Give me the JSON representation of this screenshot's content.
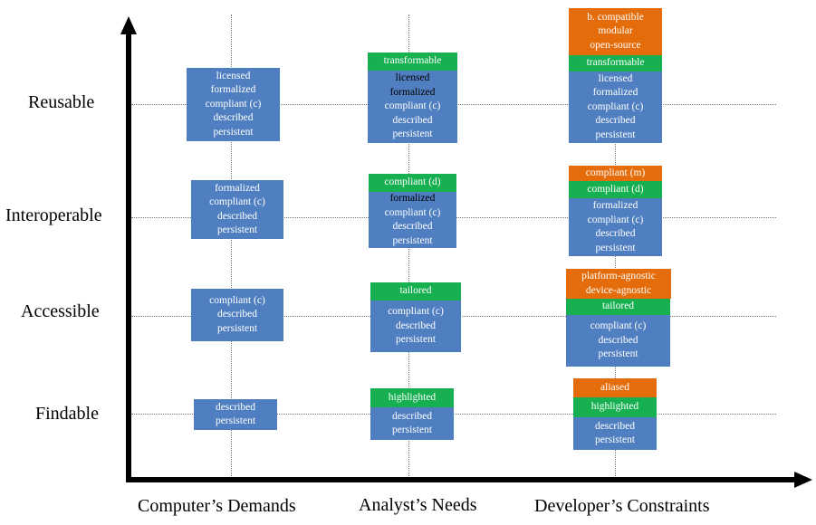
{
  "rows": [
    "Reusable",
    "Interoperable",
    "Accessible",
    "Findable"
  ],
  "columns": [
    "Computer’s Demands",
    "Analyst’s Needs",
    "Developer’s Constraints"
  ],
  "cells": {
    "computer_reusable": [
      "licensed",
      "formalized",
      "compliant (c)",
      "described",
      "persistent"
    ],
    "computer_interoperable": [
      "formalized",
      "compliant (c)",
      "described",
      "persistent"
    ],
    "computer_accessible": [
      "compliant (c)",
      "described",
      "persistent"
    ],
    "computer_findable": [
      "described",
      "persistent"
    ],
    "analyst_reusable_green": "transformable",
    "analyst_reusable": [
      "licensed",
      "formalized",
      "compliant (c)",
      "described",
      "persistent"
    ],
    "analyst_interoperable_green": "compliant (d)",
    "analyst_interoperable": [
      "formalized",
      "compliant (c)",
      "described",
      "persistent"
    ],
    "analyst_accessible_green": "tailored",
    "analyst_accessible": [
      "compliant (c)",
      "described",
      "persistent"
    ],
    "analyst_findable_green": "highlighted",
    "analyst_findable": [
      "described",
      "persistent"
    ],
    "developer_reusable_orange": [
      "b. compatible",
      "modular",
      "open-source"
    ],
    "developer_reusable_green": "transformable",
    "developer_reusable": [
      "licensed",
      "formalized",
      "compliant (c)",
      "described",
      "persistent"
    ],
    "developer_interoperable_orange": "compliant (m)",
    "developer_interoperable_green": "compliant (d)",
    "developer_interoperable": [
      "formalized",
      "compliant (c)",
      "described",
      "persistent"
    ],
    "developer_accessible_orange": [
      "platform-agnostic",
      "device-agnostic"
    ],
    "developer_accessible_green": "tailored",
    "developer_accessible": [
      "compliant (c)",
      "described",
      "persistent"
    ],
    "developer_findable_orange": "aliased",
    "developer_findable_green": "highlighted",
    "developer_findable": [
      "described",
      "persistent"
    ]
  },
  "colors": {
    "blue": "#4f7fc0",
    "green": "#16b050",
    "orange": "#e46c0a"
  }
}
